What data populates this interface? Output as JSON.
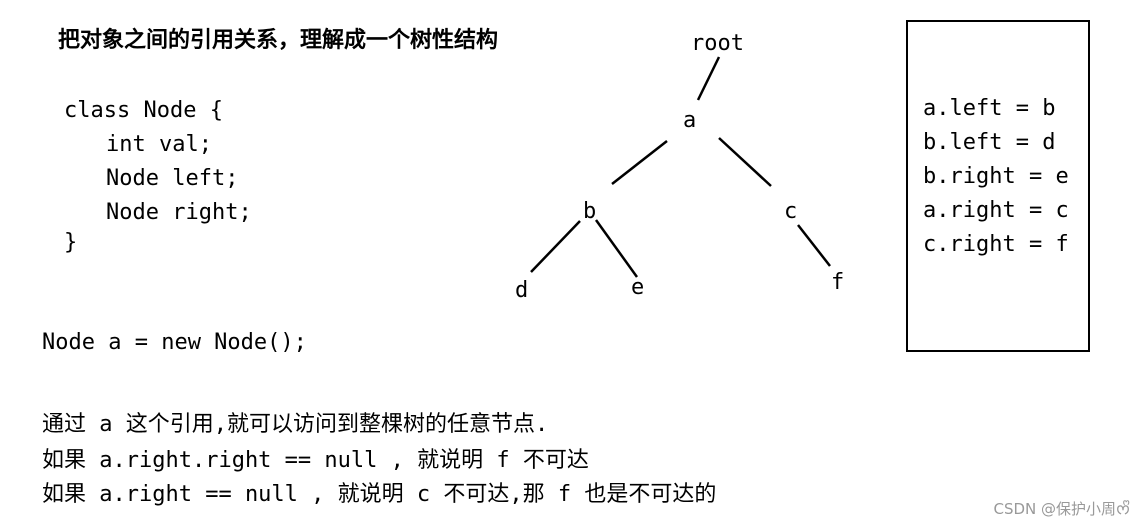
{
  "title": "把对象之间的引用关系，理解成一个树性结构",
  "code": {
    "line1": "class Node {",
    "line2": "int val;",
    "line3": "Node left;",
    "line4": "Node right;",
    "line5": "}"
  },
  "declaration": "Node a = new Node();",
  "notes": [
    "通过 a 这个引用,就可以访问到整棵树的任意节点.",
    "如果 a.right.right == null , 就说明 f 不可达",
    "如果 a.right == null , 就说明 c 不可达,那 f 也是不可达的"
  ],
  "tree": {
    "root": "root",
    "a": "a",
    "b": "b",
    "c": "c",
    "d": "d",
    "e": "e",
    "f": "f"
  },
  "relations": [
    "a.left = b",
    "b.left = d",
    "b.right = e",
    "a.right = c",
    "c.right = f"
  ],
  "watermark": "CSDN @保护小周ᰔᩚ"
}
